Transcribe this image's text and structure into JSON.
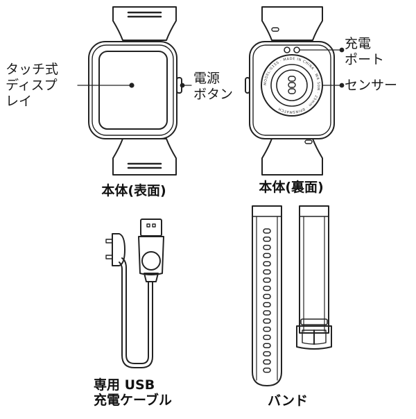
{
  "callouts": {
    "touch_display": [
      "タッチ式",
      "ディスプ",
      "レイ"
    ],
    "power_button": [
      "電源",
      "ボタン"
    ],
    "charging_port": [
      "充電",
      "ポート"
    ],
    "sensor": "センサー"
  },
  "captions": {
    "body_front": "本体(表面)",
    "body_back": "本体(裏面)",
    "usb_cable": [
      "専用 USB",
      "充電ケーブル"
    ],
    "band": "バンド"
  },
  "back_ring_text": "MODEL:G15S · MADE IN CHINA · WR 50M · 25mm · BPINSMATCH",
  "colors": {
    "line": "#222222",
    "fill": "#ffffff",
    "text": "#111111"
  }
}
